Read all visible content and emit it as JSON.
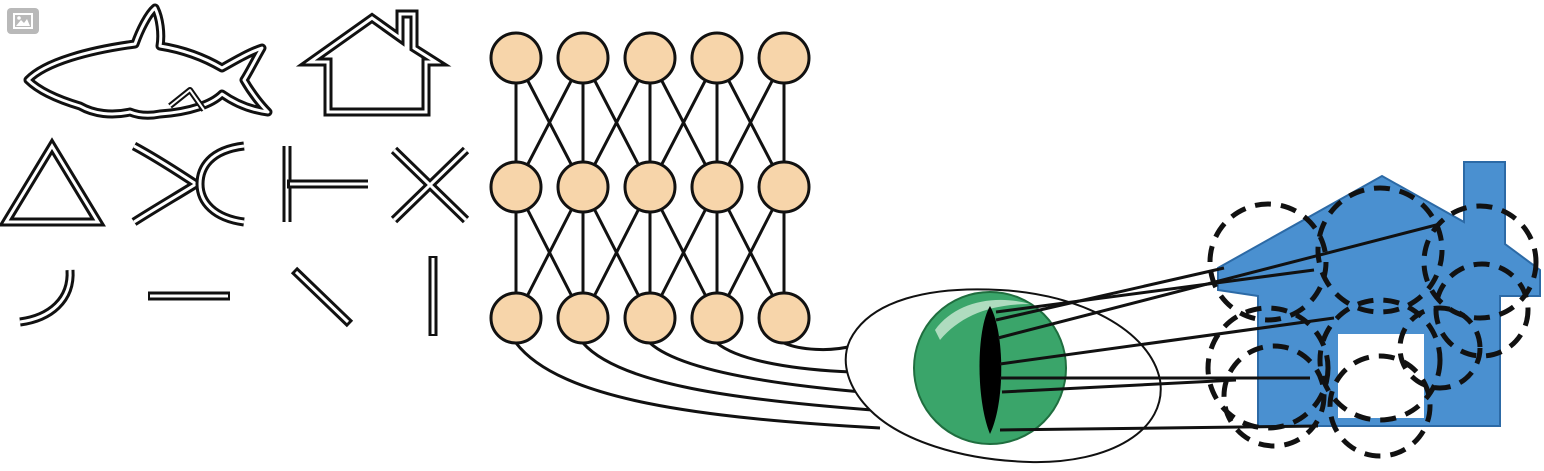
{
  "figure": {
    "icon_name": "image-placeholder-icon",
    "colors": {
      "stroke": "#111111",
      "neuron_fill": "#f7d5aa",
      "house_fill": "#4a90d0",
      "eye_iris": "#3aa56a",
      "eye_iris_light": "#bde2c9",
      "badge": "#b9b9b9",
      "background": "#ffffff"
    },
    "network": {
      "layers": 3,
      "nodes_per_layer": 5,
      "connectivity": "adjacent"
    },
    "shape_icons": [
      "shark-outline-icon",
      "house-outline-icon",
      "triangle-icon",
      "curve-pair-icon",
      "t-junction-icon",
      "x-cross-icon",
      "arc-segment-icon",
      "horizontal-line-icon",
      "diagonal-line-icon",
      "vertical-line-icon"
    ],
    "target_house": {
      "window_fill": "#ffffff",
      "receptive_fields": 9
    }
  }
}
